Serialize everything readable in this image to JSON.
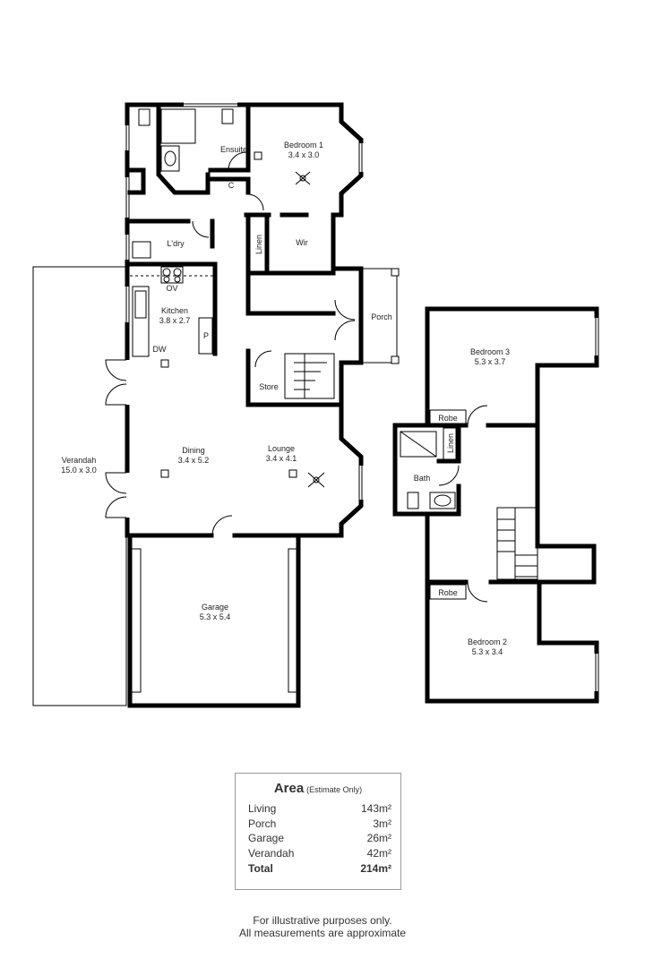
{
  "rooms": {
    "ensuite": {
      "name": "Ensuite"
    },
    "bedroom1": {
      "name": "Bedroom 1",
      "dims": "3.4 x 3.0"
    },
    "c": {
      "name": "C"
    },
    "laundry": {
      "name": "L'dry"
    },
    "linen_ground": {
      "name": "Linen"
    },
    "wir": {
      "name": "Wir"
    },
    "ov": {
      "name": "OV"
    },
    "kitchen": {
      "name": "Kitchen",
      "dims": "3.8 x 2.7"
    },
    "pantry": {
      "name": "P"
    },
    "dw": {
      "name": "DW"
    },
    "porch": {
      "name": "Porch"
    },
    "store": {
      "name": "Store"
    },
    "verandah": {
      "name": "Verandah",
      "dims": "15.0 x 3.0"
    },
    "dining": {
      "name": "Dining",
      "dims": "3.4 x 5.2"
    },
    "lounge": {
      "name": "Lounge",
      "dims": "3.4 x 4.1"
    },
    "garage": {
      "name": "Garage",
      "dims": "5.3 x 5.4"
    },
    "bedroom3": {
      "name": "Bedroom 3",
      "dims": "5.3 x 3.7"
    },
    "robe_upper": {
      "name": "Robe"
    },
    "linen_upper": {
      "name": "Linen"
    },
    "bath": {
      "name": "Bath"
    },
    "robe_lower": {
      "name": "Robe"
    },
    "bedroom2": {
      "name": "Bedroom 2",
      "dims": "5.3 x 3.4"
    }
  },
  "area": {
    "title": "Area",
    "subtitle": "(Estimate Only)",
    "rows": [
      {
        "label": "Living",
        "value": "143m²"
      },
      {
        "label": "Porch",
        "value": "3m²"
      },
      {
        "label": "Garage",
        "value": "26m²"
      },
      {
        "label": "Verandah",
        "value": "42m²"
      }
    ],
    "total": {
      "label": "Total",
      "value": "214m²"
    }
  },
  "disclaimer": {
    "line1": "For illustrative purposes only.",
    "line2": "All measurements are approximate"
  }
}
